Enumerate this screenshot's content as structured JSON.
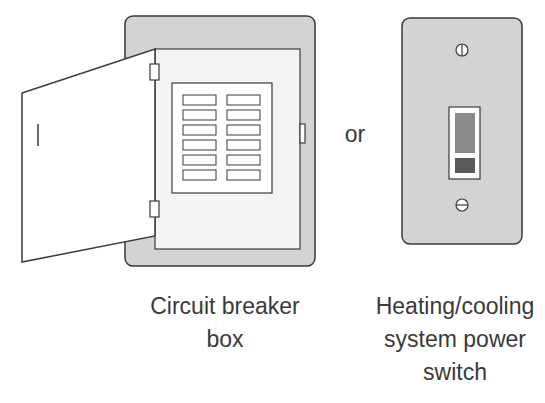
{
  "diagram": {
    "labels": [
      "Circuit breaker box",
      "or",
      "Heating/cooling system power switch"
    ]
  }
}
